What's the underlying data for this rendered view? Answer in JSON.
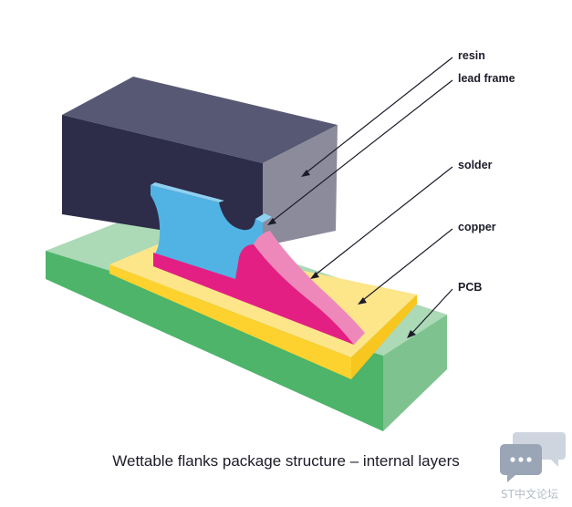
{
  "diagram": {
    "labels": {
      "resin": "resin",
      "lead_frame": "lead frame",
      "solder": "solder",
      "copper": "copper",
      "pcb": "PCB"
    },
    "caption": "Wettable flanks package structure – internal layers"
  },
  "watermark": {
    "text": "ST中文论坛"
  },
  "colors": {
    "resin_front": "#2d2c49",
    "resin_top": "#575873",
    "resin_side": "#8b8b9b",
    "lead_frame": "#50b3e4",
    "lead_frame_light": "#8fd0f0",
    "solder": "#e41f83",
    "solder_light": "#ee88bb",
    "copper_top": "#fde58a",
    "copper_front": "#fdd22e",
    "pcb_top": "#acd9b6",
    "pcb_front": "#4db46a",
    "pcb_side": "#7ec38f",
    "leader_line": "#1c1c2a"
  }
}
